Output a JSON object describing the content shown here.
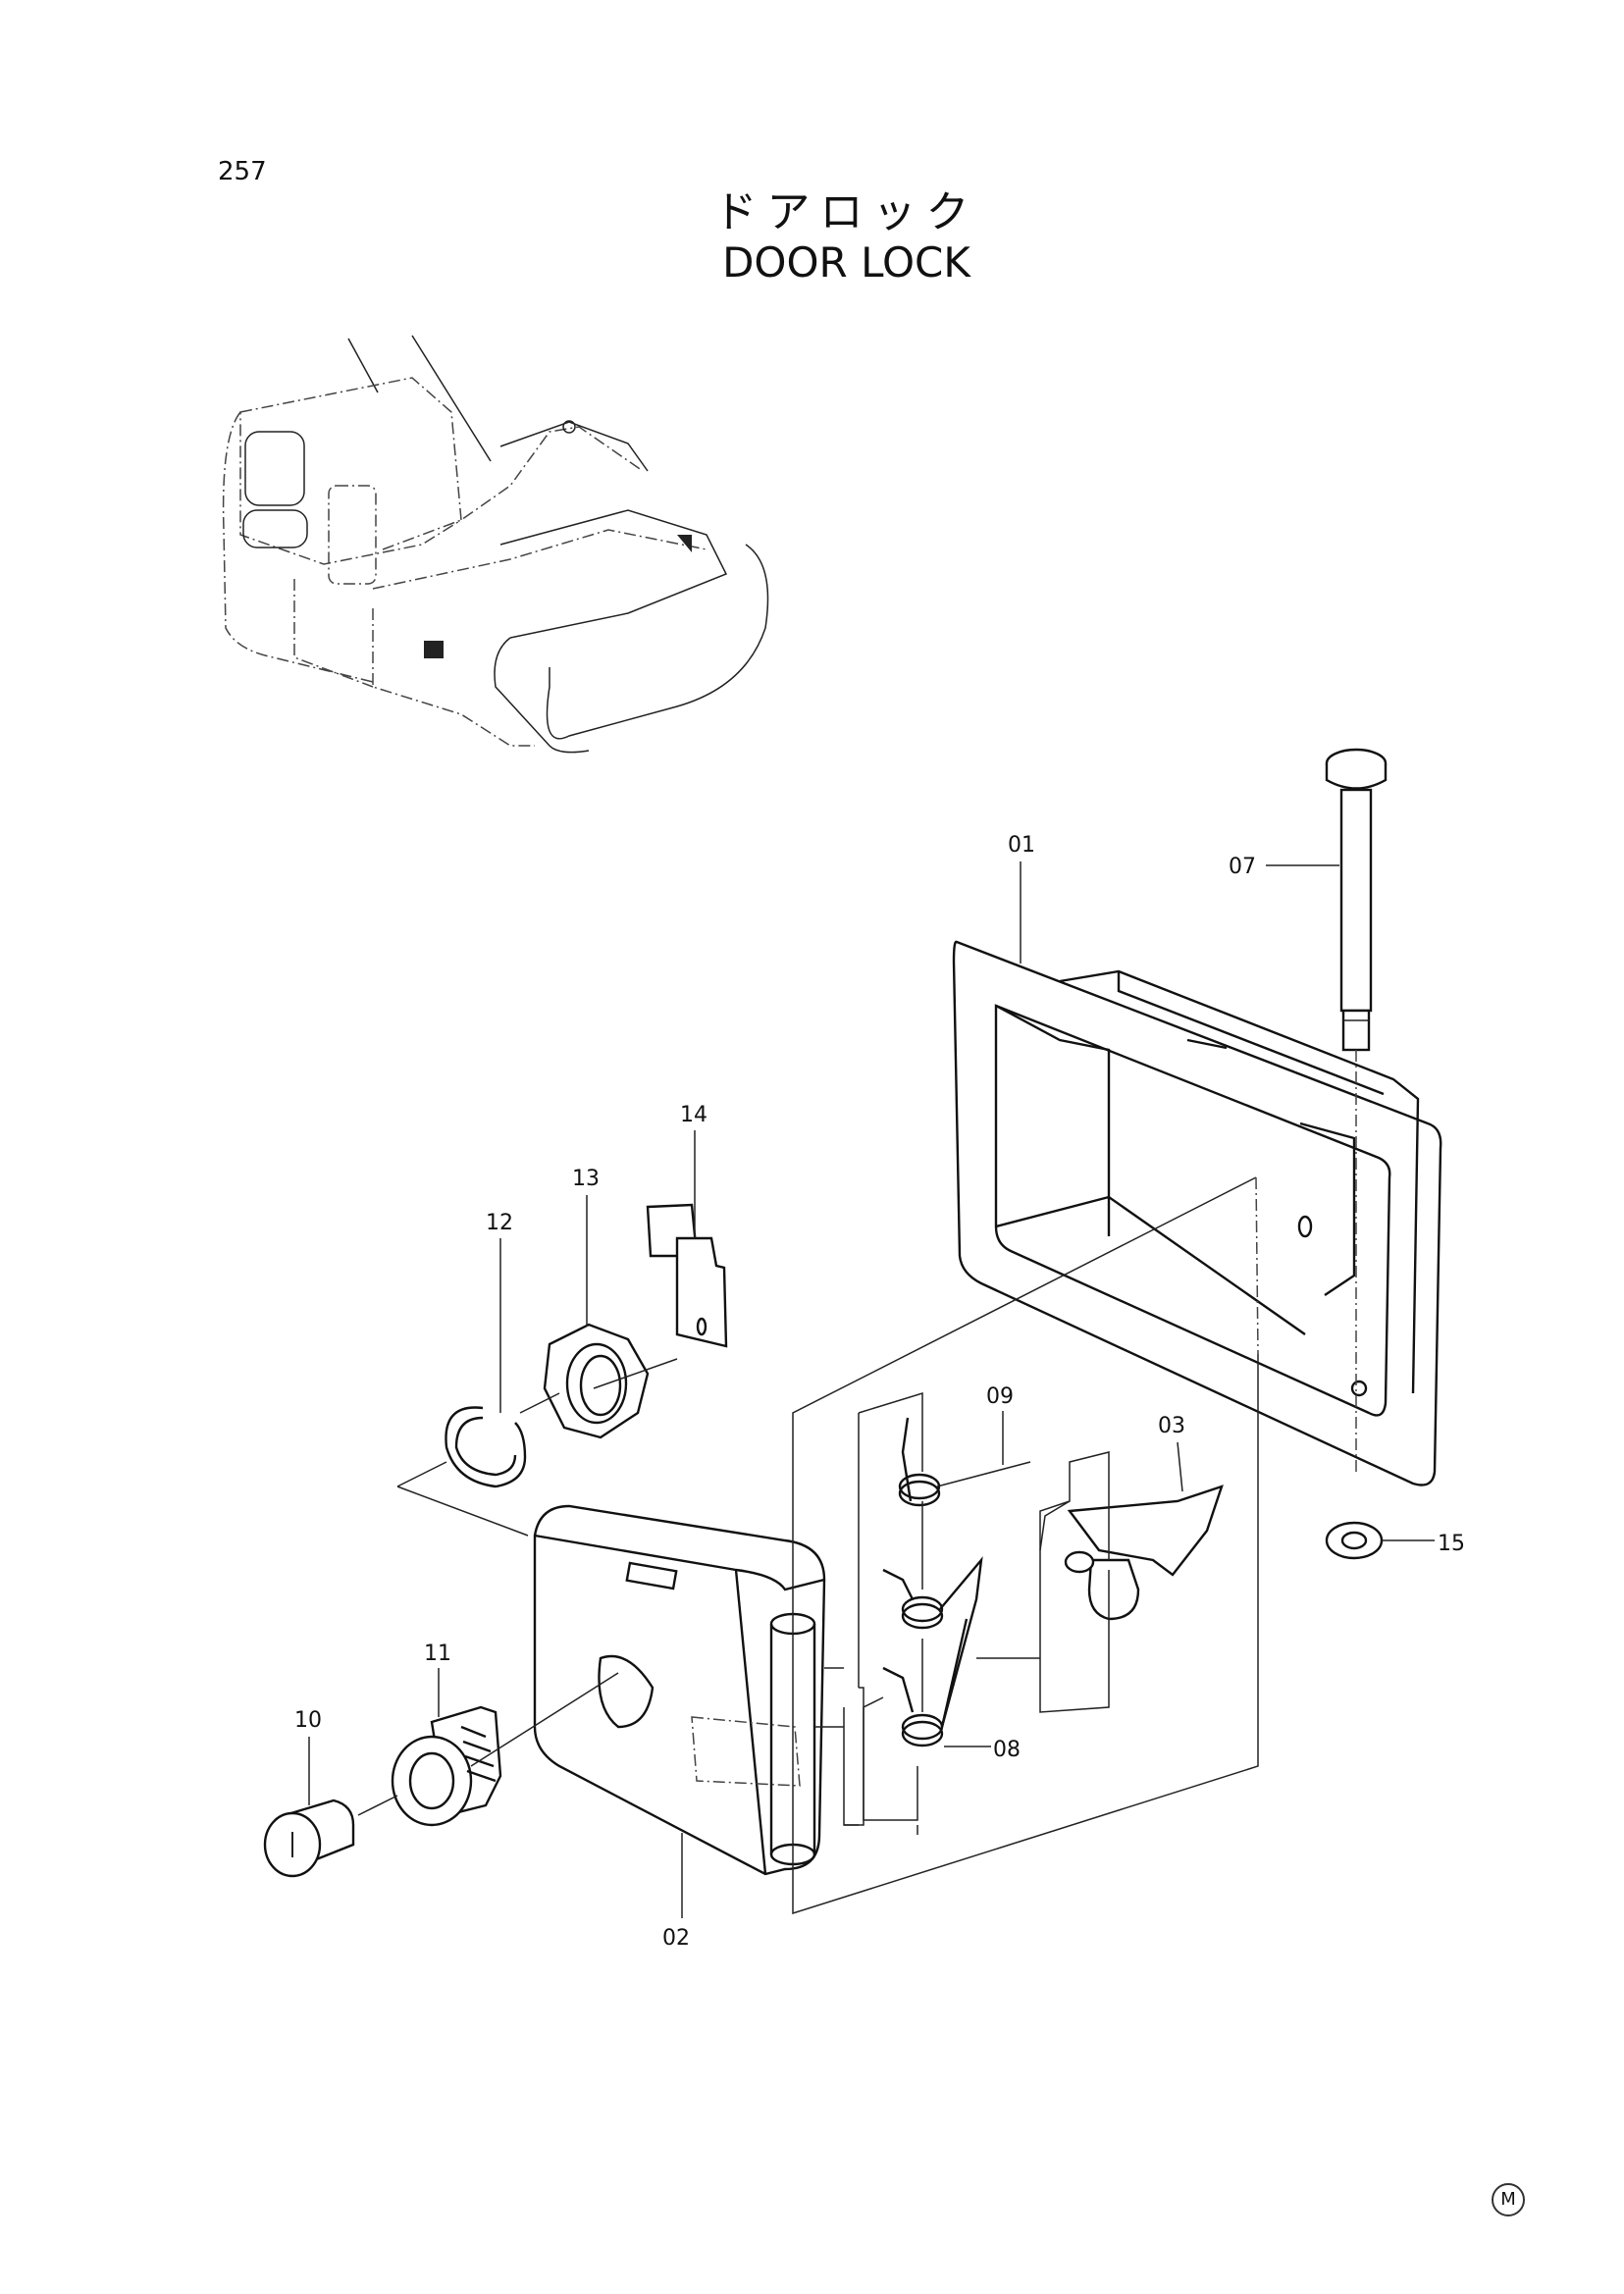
{
  "page": {
    "number": "257",
    "title_jp": "ドアロック",
    "title_en": "DOOR LOCK",
    "mark": "M"
  },
  "callouts": {
    "c01": "01",
    "c02": "02",
    "c03": "03",
    "c07": "07",
    "c08": "08",
    "c09": "09",
    "c10": "10",
    "c11": "11",
    "c12": "12",
    "c13": "13",
    "c14": "14",
    "c15": "15"
  }
}
